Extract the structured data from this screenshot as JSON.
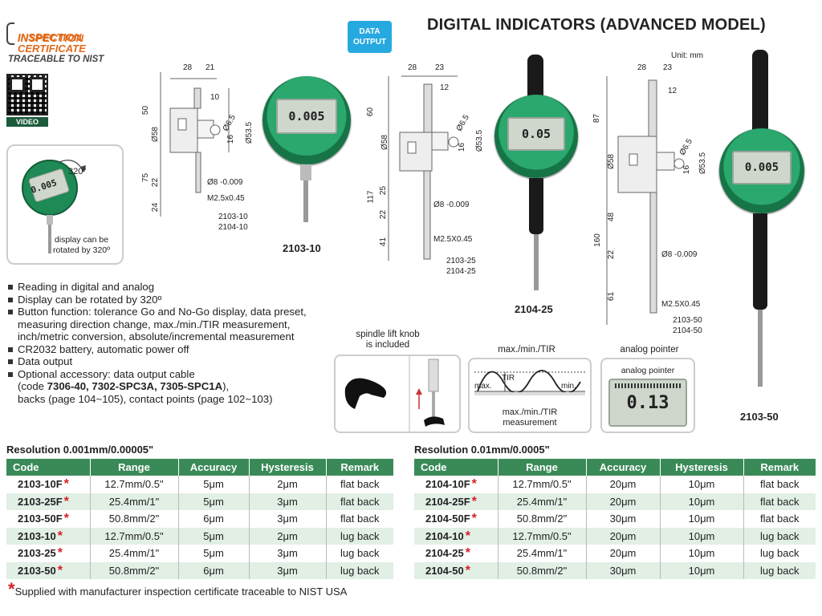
{
  "header": {
    "cert_line1": "INSPECTION",
    "cert_line2": "CERTIFICATE",
    "cert_trace": "TRACEABLE TO NIST",
    "video_label": "VIDEO",
    "data_output_line1": "DATA",
    "data_output_line2": "OUTPUT",
    "title": "DIGITAL INDICATORS (ADVANCED MODEL)",
    "unit": "Unit: mm"
  },
  "rotation_box": {
    "degree": "320°",
    "note_line1": "display can be",
    "note_line2": "rotated by 320º",
    "lcd_value": "0.005"
  },
  "drawings": {
    "d1": {
      "top_dims": [
        "28",
        "21"
      ],
      "dim_10": "10",
      "left_dims": [
        "50",
        "Ø58",
        "75",
        "22",
        "24"
      ],
      "right_dims": [
        "Ø6.5",
        "16",
        "Ø53.5"
      ],
      "shaft": "Ø8 -0.009",
      "thread": "M2.5x0.45",
      "codes": [
        "2103-10",
        "2104-10"
      ]
    },
    "d2": {
      "top_dims": [
        "28",
        "23"
      ],
      "dim_12": "12",
      "left_dims": [
        "60",
        "Ø58",
        "117",
        "25",
        "22",
        "41"
      ],
      "right_dims": [
        "Ø6.5",
        "16",
        "Ø53.5"
      ],
      "shaft": "Ø8 -0.009",
      "thread": "M2.5X0.45",
      "codes": [
        "2103-25",
        "2104-25"
      ]
    },
    "d3": {
      "top_dims": [
        "28",
        "23"
      ],
      "dim_12": "12",
      "left_dims": [
        "87",
        "Ø58",
        "160",
        "48",
        "22",
        "61"
      ],
      "right_dims": [
        "Ø6.5",
        "16",
        "Ø53.5"
      ],
      "shaft": "Ø8 -0.009",
      "thread": "M2.5X0.45",
      "codes": [
        "2103-50",
        "2104-50"
      ]
    }
  },
  "products": {
    "p1": {
      "label": "2103-10",
      "lcd": "0.005"
    },
    "p2": {
      "label": "2104-25",
      "lcd": "0.05"
    },
    "p3": {
      "label": "2103-50",
      "lcd": "0.005"
    }
  },
  "bullets": [
    "Reading in digital and analog",
    "Display can be rotated by 320º",
    "Button function: tolerance Go and No-Go display, data preset, measuring direction change, max./min./TIR measurement, inch/metric conversion, absolute/incremental measurement",
    "CR2032 battery, automatic power off",
    "Data output"
  ],
  "bullet_last": {
    "line1": "Optional accessory: data output cable",
    "code_prefix": "(code ",
    "codes_bold": "7306-40, 7302-SPC3A, 7305-SPC1A",
    "code_suffix": "),",
    "line3": "backs (page 104~105), contact points (page 102~103)"
  },
  "features": {
    "spindle": {
      "caption_line1": "spindle lift knob",
      "caption_line2": "is included"
    },
    "tir": {
      "caption": "max./min./TIR",
      "label_tir": "TIR",
      "label_max": "max.",
      "label_min": "min.",
      "sub_line1": "max./min./TIR",
      "sub_line2": "measurement"
    },
    "analog": {
      "caption": "analog pointer",
      "inner_label": "analog pointer",
      "lcd": "0.13"
    }
  },
  "table_left": {
    "title": "Resolution 0.001mm/0.00005\"",
    "headers": [
      "Code",
      "Range",
      "Accuracy",
      "Hysteresis",
      "Remark"
    ],
    "rows": [
      [
        "2103-10F",
        "12.7mm/0.5\"",
        "5μm",
        "2μm",
        "flat back"
      ],
      [
        "2103-25F",
        "25.4mm/1\"",
        "5μm",
        "3μm",
        "flat back"
      ],
      [
        "2103-50F",
        "50.8mm/2\"",
        "6μm",
        "3μm",
        "flat back"
      ],
      [
        "2103-10",
        "12.7mm/0.5\"",
        "5μm",
        "2μm",
        "lug back"
      ],
      [
        "2103-25",
        "25.4mm/1\"",
        "5μm",
        "3μm",
        "lug back"
      ],
      [
        "2103-50",
        "50.8mm/2\"",
        "6μm",
        "3μm",
        "lug back"
      ]
    ]
  },
  "table_right": {
    "title": "Resolution 0.01mm/0.0005\"",
    "headers": [
      "Code",
      "Range",
      "Accuracy",
      "Hysteresis",
      "Remark"
    ],
    "rows": [
      [
        "2104-10F",
        "12.7mm/0.5\"",
        "20μm",
        "10μm",
        "flat back"
      ],
      [
        "2104-25F",
        "25.4mm/1\"",
        "20μm",
        "10μm",
        "flat back"
      ],
      [
        "2104-50F",
        "50.8mm/2\"",
        "30μm",
        "10μm",
        "flat back"
      ],
      [
        "2104-10",
        "12.7mm/0.5\"",
        "20μm",
        "10μm",
        "lug back"
      ],
      [
        "2104-25",
        "25.4mm/1\"",
        "20μm",
        "10μm",
        "lug back"
      ],
      [
        "2104-50",
        "50.8mm/2\"",
        "30μm",
        "10μm",
        "lug back"
      ]
    ]
  },
  "star": "*",
  "footnote": "Supplied with manufacturer inspection certificate traceable to NIST USA",
  "colors": {
    "header_green": "#3a8a58",
    "row_alt": "#e1efe5",
    "star_red": "#d81f26",
    "cert_orange": "#e06a1b",
    "badge_blue": "#26a9e0"
  }
}
